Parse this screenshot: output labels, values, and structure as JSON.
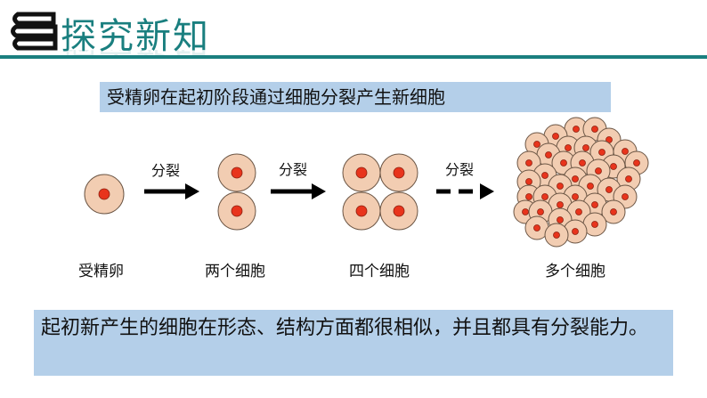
{
  "header": {
    "title": "探究新知",
    "icon": "books-icon",
    "accent": "#1a7f7f"
  },
  "intro": "受精卵在起初阶段通过细胞分裂产生新细胞",
  "diagram": {
    "arrow_label": "分裂",
    "stages": [
      "受精卵",
      "两个细胞",
      "四个细胞",
      "多个细胞"
    ],
    "cell_fill": "#f2cdb2",
    "nucleus_fill": "#e8341c"
  },
  "conclusion": "起初新产生的细胞在形态、结构方面都很相似，并且都具有分裂能力。"
}
